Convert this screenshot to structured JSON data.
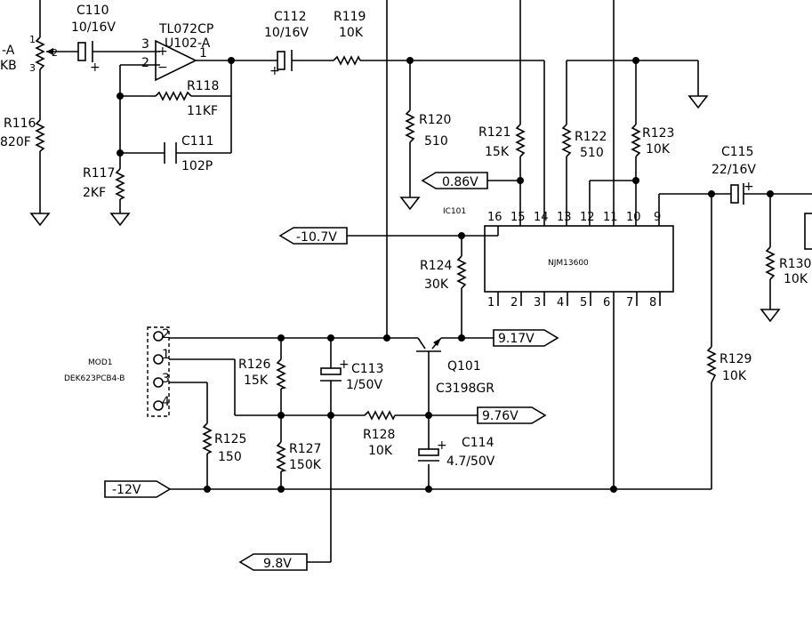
{
  "components": {
    "c110": {
      "ref": "C110",
      "value": "10/16V"
    },
    "u102": {
      "part": "TL072CP",
      "ref": "U102-A",
      "pin_in_pos": "3",
      "pin_in_neg": "2",
      "pin_out": "1"
    },
    "c112": {
      "ref": "C112",
      "value": "10/16V"
    },
    "r119": {
      "ref": "R119",
      "value": "10K"
    },
    "r118": {
      "ref": "R118",
      "value": "11KF"
    },
    "c111": {
      "ref": "C111",
      "value": "102P"
    },
    "r117": {
      "ref": "R117",
      "value": "2KF"
    },
    "r116": {
      "ref": "R116",
      "value": "820F"
    },
    "pot": {
      "ref_fragment": "-A",
      "value_fragment": "KB",
      "pin1": "1",
      "pin2": "2",
      "pin3": "3"
    },
    "r120": {
      "ref": "R120",
      "value": "510"
    },
    "r121": {
      "ref": "R121",
      "value": "15K"
    },
    "r122": {
      "ref": "R122",
      "value": "510"
    },
    "r123": {
      "ref": "R123",
      "value": "10K"
    },
    "c115": {
      "ref": "C115",
      "value": "22/16V"
    },
    "r130": {
      "ref": "R130",
      "value": "10K"
    },
    "ic101": {
      "ref": "IC101",
      "part": "NJM13600",
      "pins_top": [
        "16",
        "15",
        "14",
        "13",
        "12",
        "11",
        "10",
        "9"
      ],
      "pins_bottom": [
        "1",
        "2",
        "3",
        "4",
        "5",
        "6",
        "7",
        "8"
      ]
    },
    "r124": {
      "ref": "R124",
      "value": "30K"
    },
    "q101": {
      "ref": "Q101",
      "part": "C3198GR"
    },
    "r129": {
      "ref": "R129",
      "value": "10K"
    },
    "mod1": {
      "ref": "MOD1",
      "part": "DEK623PCB4-B",
      "pins": [
        "2",
        "1",
        "3",
        "4"
      ]
    },
    "r126": {
      "ref": "R126",
      "value": "15K"
    },
    "c113": {
      "ref": "C113",
      "value": "1/50V"
    },
    "r125": {
      "ref": "R125",
      "value": "150"
    },
    "r127": {
      "ref": "R127",
      "value": "150K"
    },
    "r128": {
      "ref": "R128",
      "value": "10K"
    },
    "c114": {
      "ref": "C114",
      "value": "4.7/50V"
    }
  },
  "voltages": {
    "v086": "0.86V",
    "v107": "-10.7V",
    "v917": "9.17V",
    "v976": "9.76V",
    "v12": "-12V",
    "v98": "9.8V"
  },
  "colors": {
    "ink": "#000000",
    "paper": "#ffffff"
  }
}
